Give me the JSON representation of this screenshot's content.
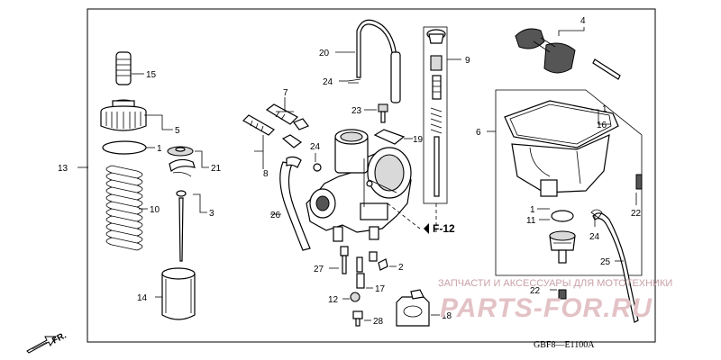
{
  "callouts": {
    "c1a": "1",
    "c1b": "1",
    "c1c": "1",
    "c2": "2",
    "c3": "3",
    "c4": "4",
    "c5": "5",
    "c6": "6",
    "c7": "7",
    "c8": "8",
    "c9": "9",
    "c10": "10",
    "c11": "11",
    "c12": "12",
    "c13": "13",
    "c14": "14",
    "c15": "15",
    "c16": "16",
    "c17": "17",
    "c18": "18",
    "c19": "19",
    "c20": "20",
    "c21": "21",
    "c22a": "22",
    "c22b": "22",
    "c23": "23",
    "c24a": "24",
    "c24b": "24",
    "c24c": "24",
    "c25": "25",
    "c26": "26",
    "c27": "27",
    "c28": "28"
  },
  "reference": "F-12",
  "diagram_code": "GBF8—E1100A",
  "front_marker": "FR.",
  "watermark": {
    "line1": "ЗАПЧАСТИ И АКСЕССУАРЫ ДЛЯ МОТОТЕХНИКИ",
    "line2": "PARTS-FOR.RU"
  },
  "colors": {
    "line": "#000000",
    "watermark": "#d9a8ad",
    "shade": "#d9d9d9"
  }
}
